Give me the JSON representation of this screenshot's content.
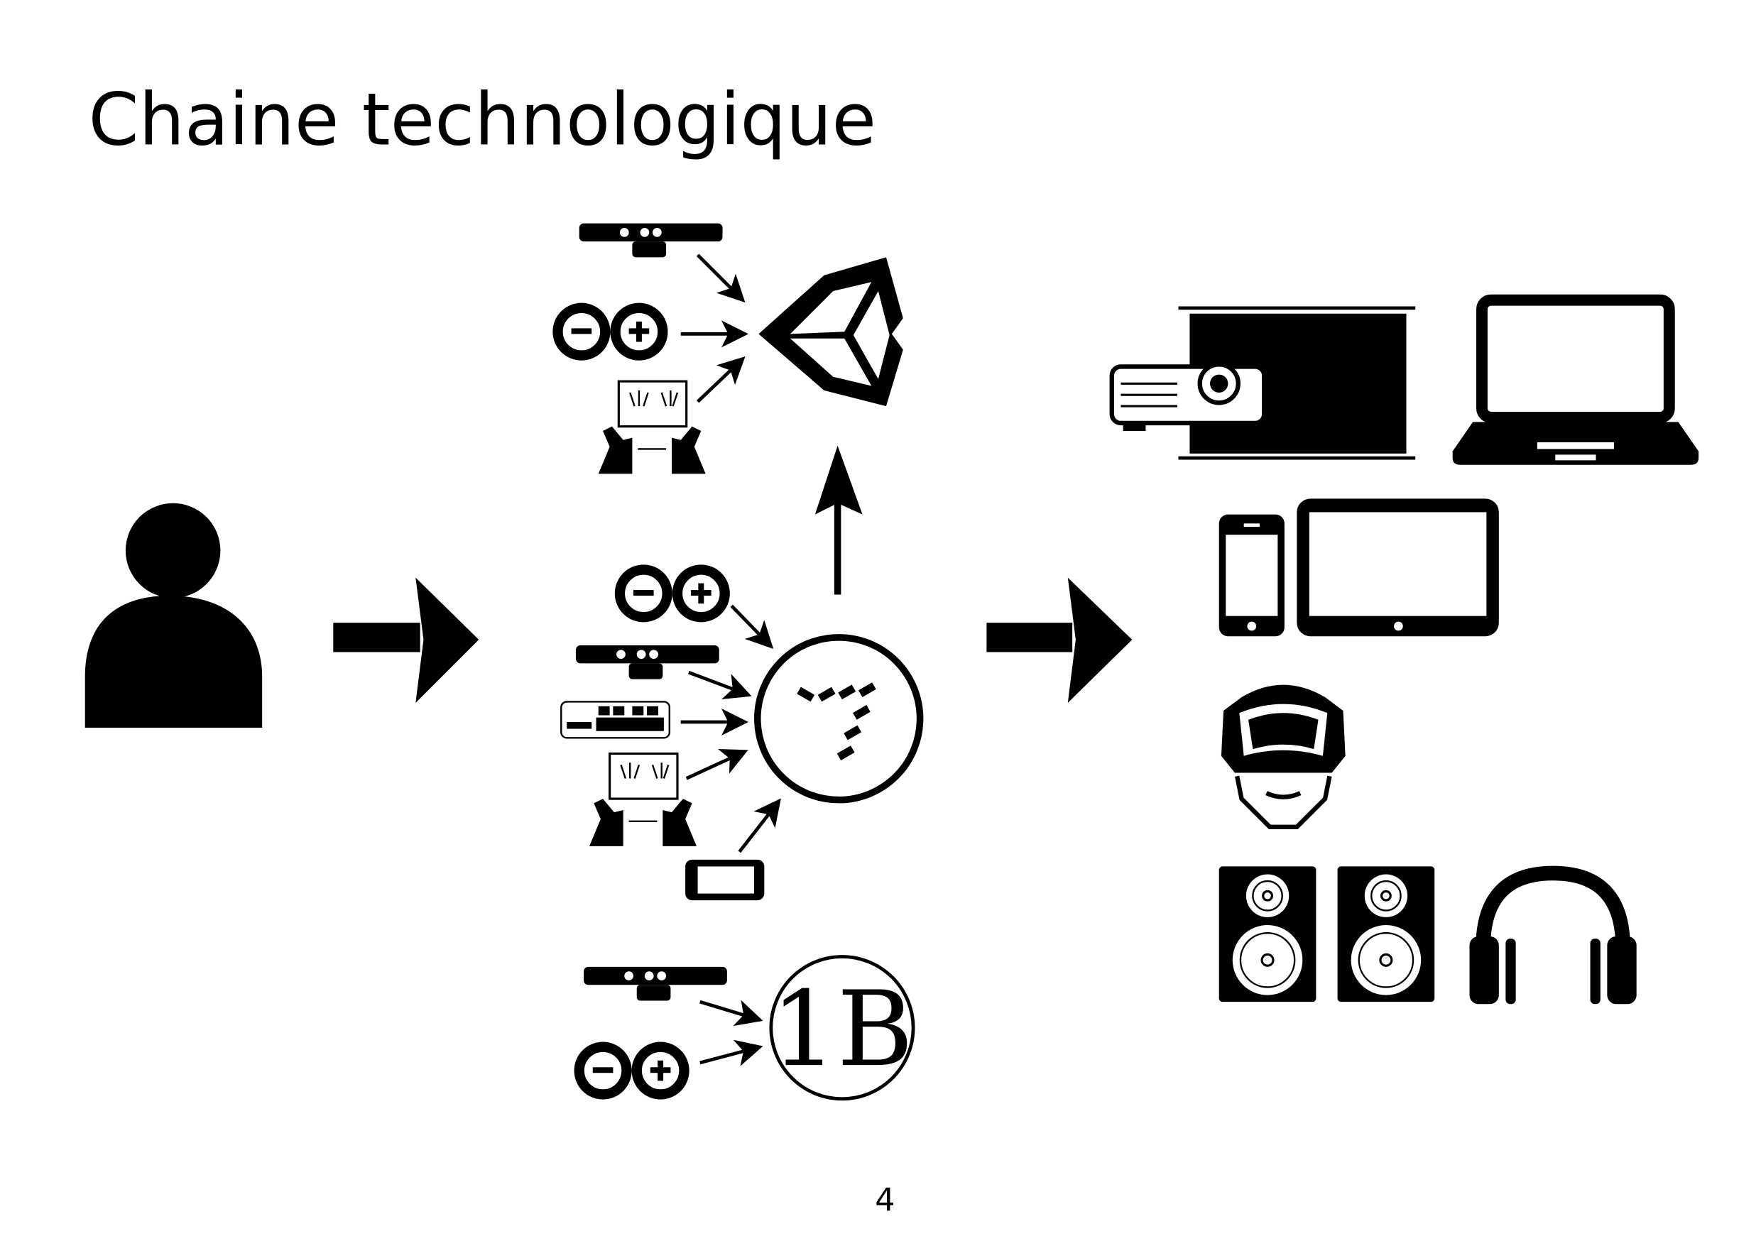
{
  "slide": {
    "title": "Chaine technologique",
    "page_number": "4"
  },
  "colors": {
    "ink": "#000000",
    "background": "#ffffff"
  },
  "icons": {
    "user": "person-icon",
    "inputs": [
      "kinect-icon",
      "arduino-icon",
      "leap-motion-icon",
      "midi-keyboard-icon",
      "smartphone-icon"
    ],
    "engines": [
      "unity-logo",
      "max-msp-logo",
      "processing-logo"
    ],
    "outputs": [
      "projector-icon",
      "projection-screen-icon",
      "laptop-icon",
      "phone-icon",
      "tablet-icon",
      "vr-headset-icon",
      "speaker-icon",
      "headphones-icon"
    ]
  },
  "logos": {
    "bottom_engine": "1B"
  }
}
